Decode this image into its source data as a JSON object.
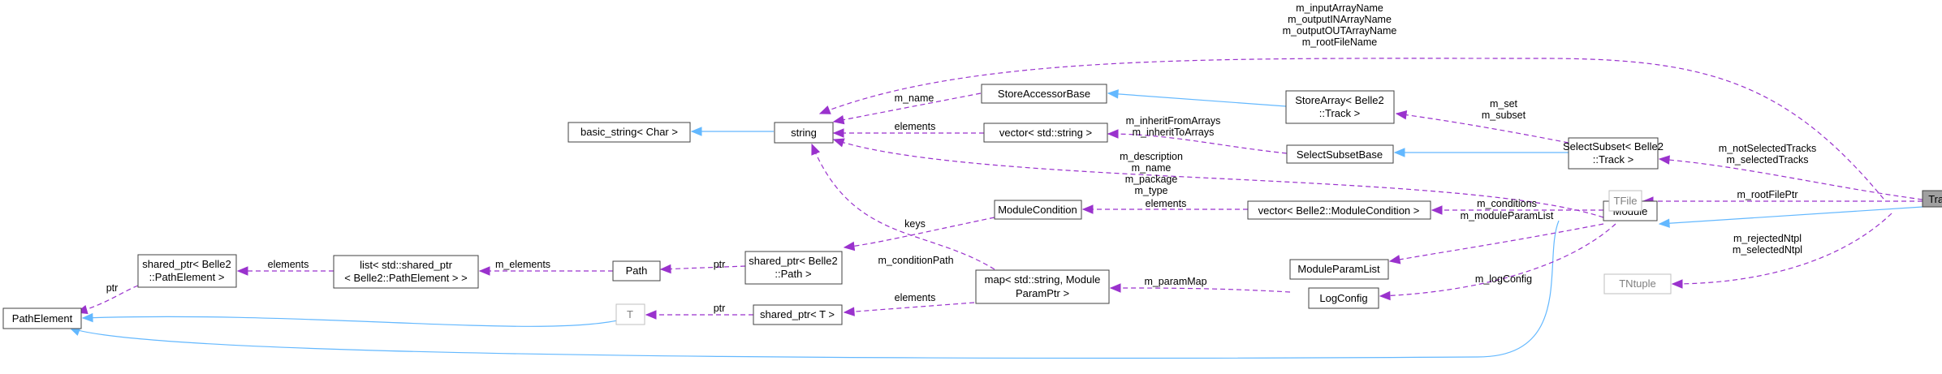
{
  "nodes": {
    "track_filter_module": "TrackFilterModule",
    "module": "Module",
    "select_subset": [
      "SelectSubset< Belle2",
      "::Track >"
    ],
    "select_subset_base": "SelectSubsetBase",
    "store_array": [
      "StoreArray< Belle2",
      "::Track >"
    ],
    "store_accessor_base": "StoreAccessorBase",
    "vector_string": "vector< std::string >",
    "string": "string",
    "basic_string": "basic_string< Char >",
    "tfile": "TFile",
    "tntuple": "TNtuple",
    "vector_module_condition": "vector< Belle2::ModuleCondition >",
    "module_condition": "ModuleCondition",
    "module_param_list": "ModuleParamList",
    "log_config": "LogConfig",
    "map_param": [
      "map< std::string, Module",
      "ParamPtr >"
    ],
    "shared_ptr_path": [
      "shared_ptr< Belle2",
      "::Path >"
    ],
    "shared_ptr_t": "shared_ptr< T >",
    "t": "T",
    "path": "Path",
    "list_path_element": [
      "list< std::shared_ptr",
      "< Belle2::PathElement > >"
    ],
    "shared_ptr_path_element": [
      "shared_ptr< Belle2",
      "::PathElement >"
    ],
    "path_element": "PathElement"
  },
  "edge_labels": {
    "top_strings": [
      "m_inputArrayName",
      "m_outputINArrayName",
      "m_outputOUTArrayName",
      "m_rootFileName"
    ],
    "m_name": "m_name",
    "elements_vector": "elements",
    "inherit_arrays": [
      "m_inheritFromArrays",
      "m_inheritToArrays"
    ],
    "set_subset": [
      "m_set",
      "m_subset"
    ],
    "not_selected": [
      "m_notSelectedTracks",
      "m_selectedTracks"
    ],
    "module_strings": [
      "m_description",
      "m_name",
      "m_package",
      "m_type"
    ],
    "root_file_ptr": "m_rootFilePtr",
    "ntpl": [
      "m_rejectedNtpl",
      "m_selectedNtpl"
    ],
    "keys": "keys",
    "elements_conditions": "elements",
    "m_conditions": "m_conditions",
    "m_module_param_list": "m_moduleParamList",
    "m_condition_path": "m_conditionPath",
    "m_param_map": "m_paramMap",
    "m_log_config": "m_logConfig",
    "elements_map": "elements",
    "ptr_path": "ptr",
    "ptr_t": "ptr",
    "m_elements": "m_elements",
    "elements_list": "elements",
    "ptr_path_element": "ptr"
  },
  "colors": {
    "inheritance": "#63b8ff",
    "usage": "#9a32cd",
    "focus_fill": "#a0a0a0",
    "border": "#404040",
    "gray_border": "#bfbfbf"
  }
}
